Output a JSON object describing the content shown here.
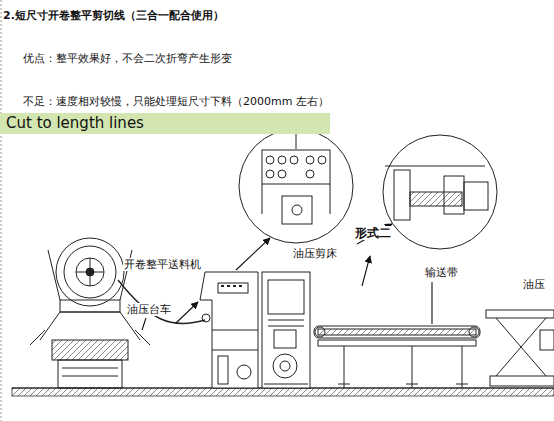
{
  "diagram": {
    "title": "2.短尺寸开卷整平剪切线（三合一配合使用）",
    "nodes": [
      {
        "text": [
          "Cut to length lines"
        ]
      }
    ],
    "labels": [
      "优点：整平效果好，不会二次折弯产生形变",
      "不足：速度相对较慢，只能处理短尺寸下料（2000mm 左右）",
      "开卷整平送料机",
      "油压台车",
      "油压剪床",
      "形式二",
      "输送带",
      "油压"
    ]
  }
}
